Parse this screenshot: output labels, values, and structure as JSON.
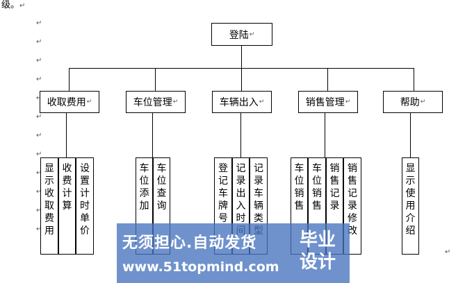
{
  "intro_text": "级。",
  "para_mark": "↵",
  "root": {
    "label": "登陆"
  },
  "modules": [
    {
      "label": "收取费用",
      "subs": [
        {
          "label": "显示收取费用"
        },
        {
          "label": "收费计算"
        },
        {
          "label": "设置计时单价"
        }
      ]
    },
    {
      "label": "车位管理",
      "subs": [
        {
          "label": "车位添加"
        },
        {
          "label": "车位查询"
        }
      ]
    },
    {
      "label": "车辆出入",
      "subs": [
        {
          "label": "登记车牌号"
        },
        {
          "label": "记录出入时间"
        },
        {
          "label": "记录车辆类型"
        }
      ]
    },
    {
      "label": "销售管理",
      "subs": [
        {
          "label": "车位销售"
        },
        {
          "label": "车位销售"
        },
        {
          "label": "销售记录"
        },
        {
          "label": "销售记录修改"
        }
      ]
    },
    {
      "label": "帮助",
      "subs": [
        {
          "label": "显示使用介绍"
        }
      ]
    }
  ],
  "watermark": {
    "slogan": "无须担心.自动发货",
    "url": "www.51topmind.com",
    "logo_line1": "毕业",
    "logo_line2": "设计"
  }
}
